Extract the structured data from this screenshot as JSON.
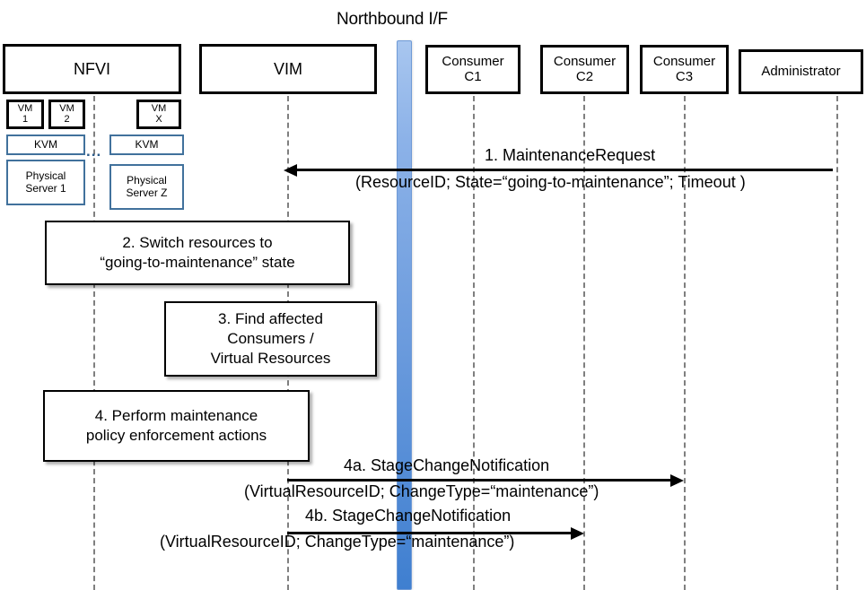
{
  "diagram": {
    "title": "Northbound I/F",
    "type": "sequence-diagram"
  },
  "actors": [
    {
      "id": "nfvi",
      "label": "NFVI"
    },
    {
      "id": "vim",
      "label": "VIM"
    },
    {
      "id": "c1",
      "label": "Consumer\nC1"
    },
    {
      "id": "c2",
      "label": "Consumer\nC2"
    },
    {
      "id": "c3",
      "label": "Consumer\nC3"
    },
    {
      "id": "admin",
      "label": "Administrator"
    }
  ],
  "infrastructure": {
    "vms": [
      {
        "id": "vm1",
        "label": "VM\n1"
      },
      {
        "id": "vm2",
        "label": "VM\n2"
      },
      {
        "id": "vmx",
        "label": "VM\nX"
      }
    ],
    "hypervisors": [
      {
        "id": "kvm1",
        "label": "KVM"
      },
      {
        "id": "kvm2",
        "label": "KVM"
      }
    ],
    "servers": [
      {
        "id": "ps1",
        "label": "Physical\nServer 1"
      },
      {
        "id": "psz",
        "label": "Physical\nServer Z"
      }
    ],
    "ellipsis": "..."
  },
  "notes": [
    {
      "id": "note2",
      "label": "2. Switch resources to\n“going-to-maintenance” state"
    },
    {
      "id": "note3",
      "label": "3. Find affected\nConsumers /\nVirtual Resources"
    },
    {
      "id": "note4",
      "label": "4. Perform maintenance\npolicy enforcement actions"
    }
  ],
  "messages": [
    {
      "id": "msg1",
      "number": "1.",
      "name": "MaintenanceRequest",
      "title": "1.   MaintenanceRequest",
      "params": "(ResourceID; State=“going-to-maintenance”; Timeout )",
      "from": "admin",
      "to": "vim",
      "direction": "left"
    },
    {
      "id": "msg4a",
      "number": "4a.",
      "name": "StageChangeNotification",
      "title": "4a. StageChangeNotification",
      "params": "(VirtualResourceID; ChangeType=“maintenance”)",
      "from": "vim",
      "to": "c3",
      "direction": "right"
    },
    {
      "id": "msg4b",
      "number": "4b.",
      "name": "StageChangeNotification",
      "title": "4b. StageChangeNotification",
      "params": "(VirtualResourceID; ChangeType=“maintenance”)",
      "from": "vim",
      "to": "c2",
      "direction": "right"
    }
  ],
  "colors": {
    "northbound_bar_top": "#a8c6ef",
    "northbound_bar_bottom": "#3f7fd0",
    "infra_border": "#41719c",
    "lifeline": "#7f7f7f",
    "line": "#000000"
  }
}
